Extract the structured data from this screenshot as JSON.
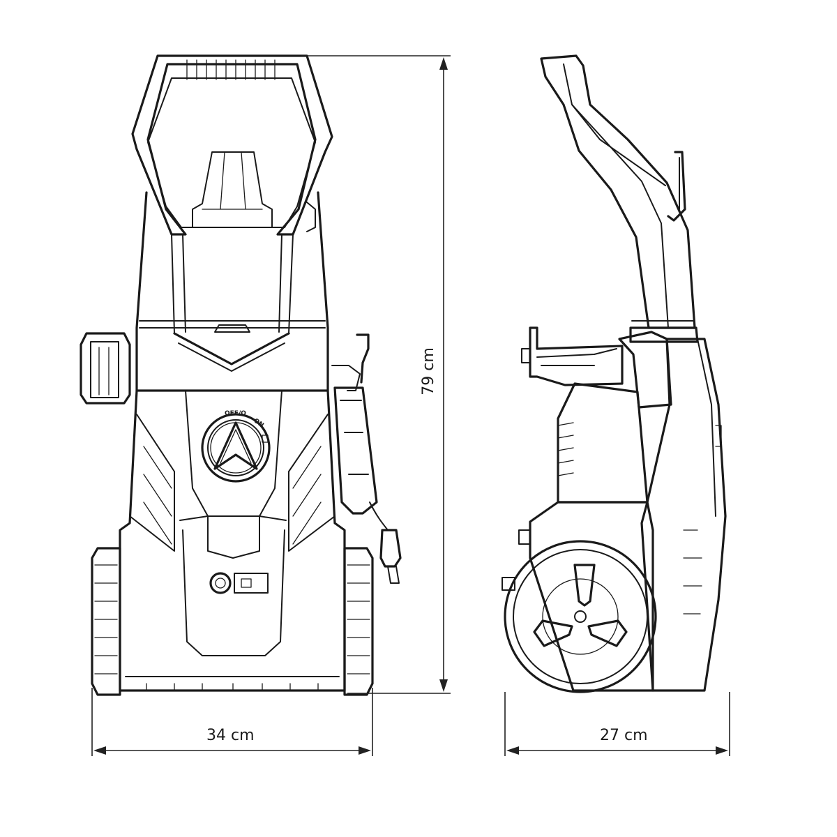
{
  "dimensions": {
    "width": "34 cm",
    "depth": "27 cm",
    "height": "79 cm"
  },
  "dial_labels": {
    "off": "OFF/O",
    "on": "ON"
  }
}
